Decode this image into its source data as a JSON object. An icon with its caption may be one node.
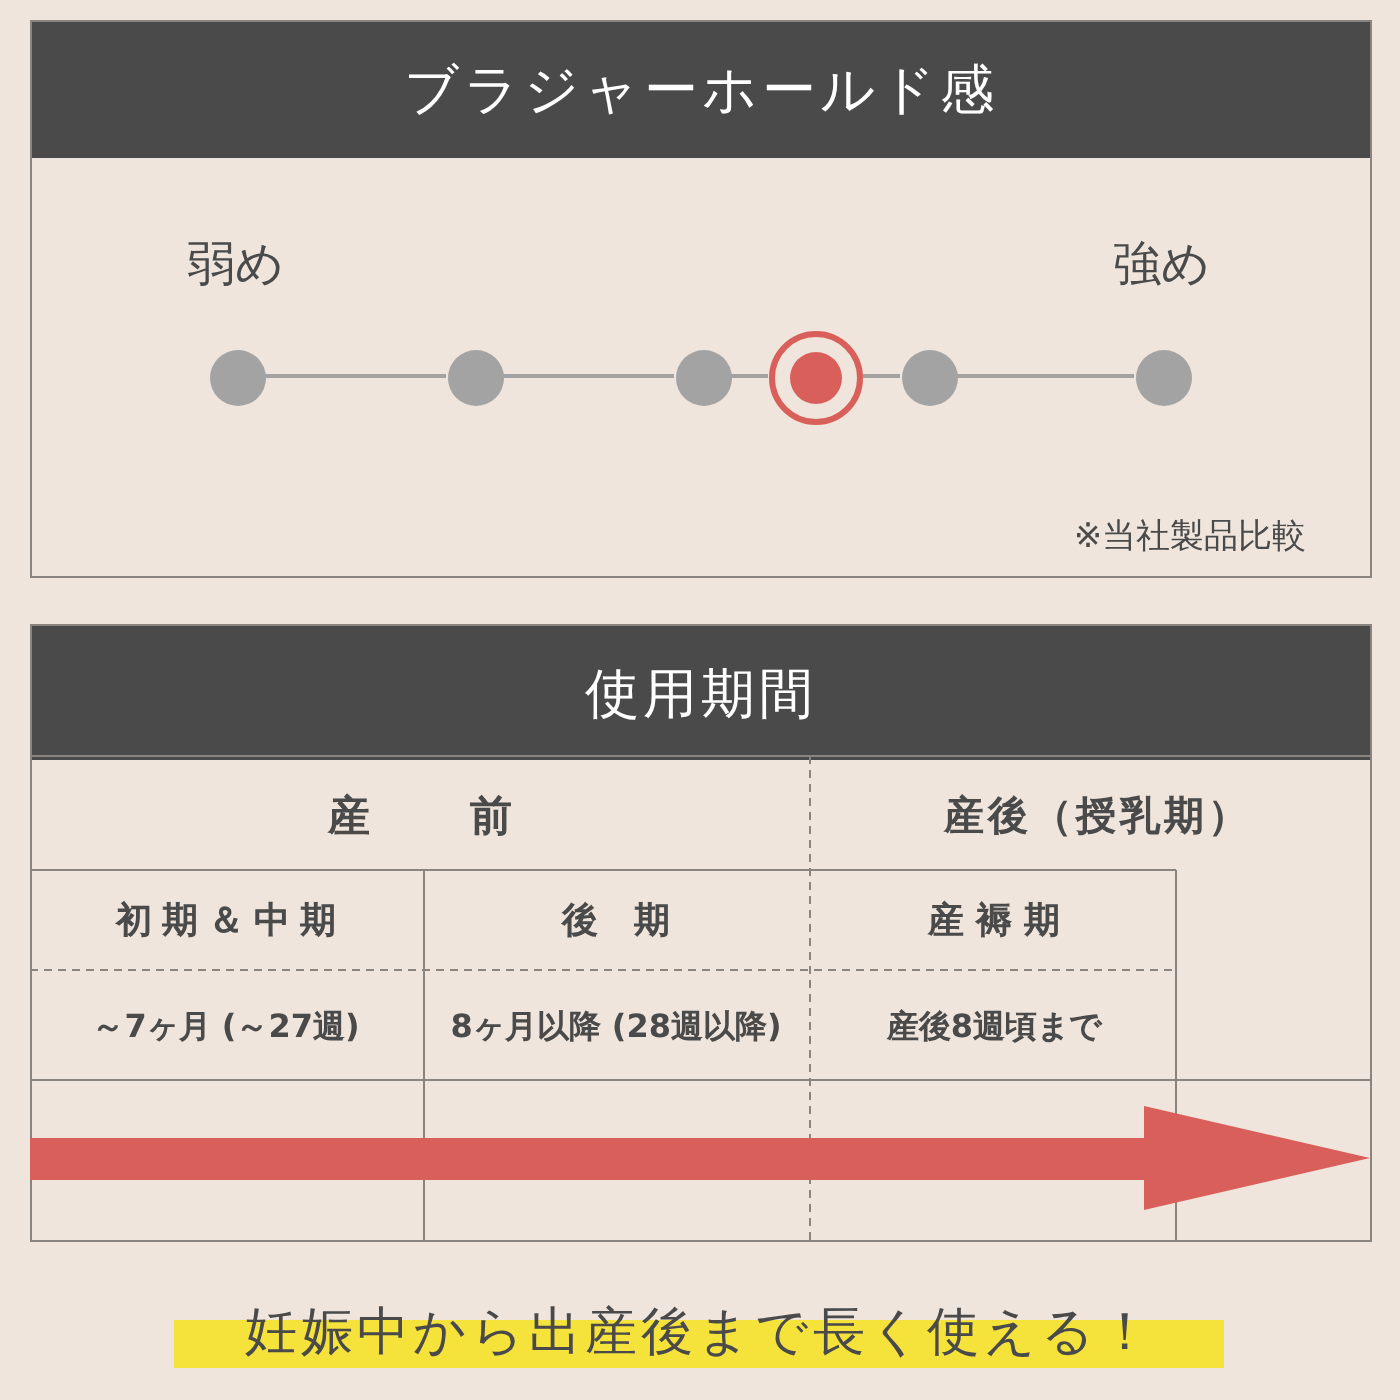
{
  "diagram": {
    "caption": "妊娠中から出産後まで長く使える！",
    "nodes": [
      {
        "text": [
          "ブラジャーホールド感"
        ]
      },
      {
        "text": [],
        "shape": "circle",
        "in": 0
      },
      {
        "text": [],
        "shape": "circle",
        "in": 0
      },
      {
        "text": [],
        "shape": "circle",
        "in": 0
      },
      {
        "text": [],
        "shape": "target",
        "in": 0
      },
      {
        "text": [],
        "shape": "circle",
        "in": 0
      },
      {
        "text": [],
        "shape": "circle",
        "in": 0
      },
      {
        "text": [
          "使用期間"
        ]
      }
    ],
    "edges": [
      {
        "from": 1,
        "to": 2,
        "arrow": "none"
      },
      {
        "from": 2,
        "to": 3,
        "arrow": "none"
      },
      {
        "from": 3,
        "to": 4,
        "arrow": "none"
      },
      {
        "from": 4,
        "to": 5,
        "arrow": "none"
      },
      {
        "from": 5,
        "to": 6,
        "arrow": "none"
      }
    ],
    "labels": [
      "弱め",
      "強め",
      "※当社製品比較",
      "産前",
      "産後（授乳期）",
      "初期＆中期",
      "後期",
      "産褥期",
      "～7ヶ月 (～27週)",
      "8ヶ月以降 (28週以降)",
      "産後8週頃まで"
    ]
  }
}
